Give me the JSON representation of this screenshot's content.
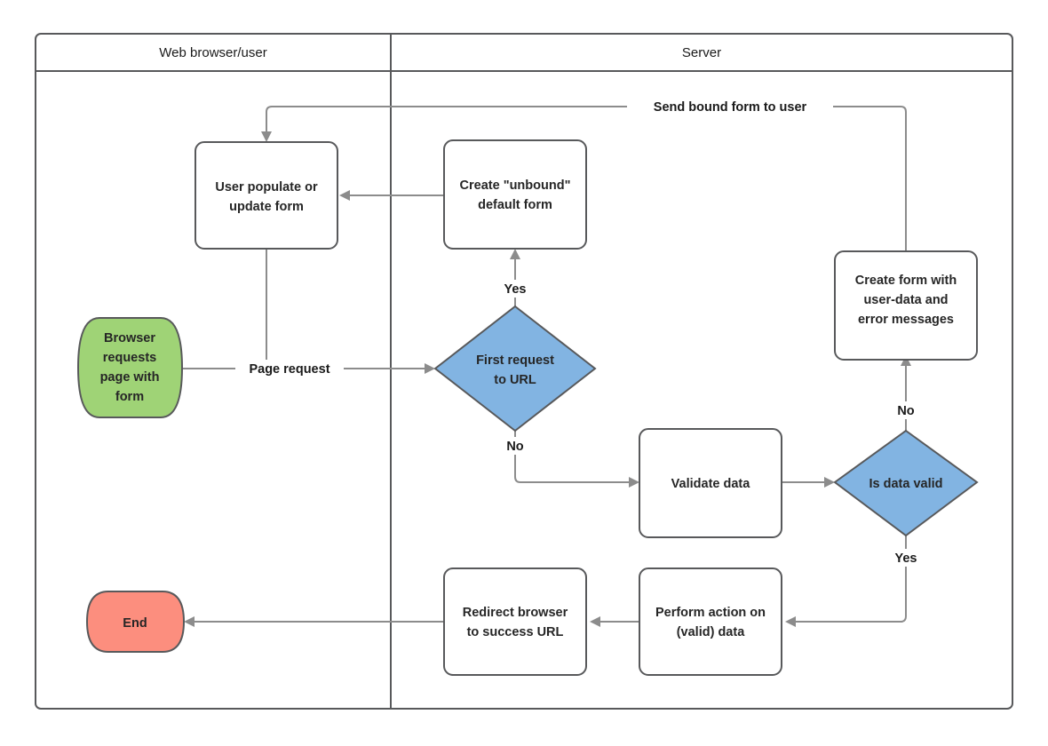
{
  "diagram": {
    "title_text": "",
    "type": "flowchart-swimlane",
    "colors": {
      "start_fill": "#9fd376",
      "end_fill": "#fc8e7e",
      "decision_fill": "#82b4e2",
      "process_fill": "#ffffff",
      "stroke": "#58595b",
      "flow_stroke": "#8c8c8c",
      "text": "#262626",
      "background": "#ffffff"
    },
    "lanes": [
      {
        "id": "lane-browser",
        "label": "Web browser/user"
      },
      {
        "id": "lane-server",
        "label": "Server"
      }
    ],
    "nodes": [
      {
        "id": "browser-requests-page",
        "shape": "terminator",
        "lane": "lane-browser",
        "lines": [
          "Browser",
          "requests",
          "page with",
          "form"
        ],
        "fill": "#9fd376"
      },
      {
        "id": "user-populate-form",
        "shape": "process",
        "lane": "lane-browser",
        "lines": [
          "User populate or",
          "update form"
        ],
        "fill": "#ffffff"
      },
      {
        "id": "end",
        "shape": "terminator",
        "lane": "lane-browser",
        "lines": [
          "End"
        ],
        "fill": "#fc8e7e"
      },
      {
        "id": "create-unbound-form",
        "shape": "process",
        "lane": "lane-server",
        "lines": [
          "Create \"unbound\"",
          "default form"
        ],
        "fill": "#ffffff"
      },
      {
        "id": "first-request-to-url",
        "shape": "decision",
        "lane": "lane-server",
        "lines": [
          "First request",
          "to URL"
        ],
        "fill": "#82b4e2"
      },
      {
        "id": "validate-data",
        "shape": "process",
        "lane": "lane-server",
        "lines": [
          "Validate data"
        ],
        "fill": "#ffffff"
      },
      {
        "id": "is-data-valid",
        "shape": "decision",
        "lane": "lane-server",
        "lines": [
          "Is data valid"
        ],
        "fill": "#82b4e2"
      },
      {
        "id": "create-form-with-errors",
        "shape": "process",
        "lane": "lane-server",
        "lines": [
          "Create form with",
          "user-data and",
          "error messages"
        ],
        "fill": "#ffffff"
      },
      {
        "id": "perform-action",
        "shape": "process",
        "lane": "lane-server",
        "lines": [
          "Perform action on",
          "(valid) data"
        ],
        "fill": "#ffffff"
      },
      {
        "id": "redirect-browser",
        "shape": "process",
        "lane": "lane-server",
        "lines": [
          "Redirect browser",
          "to success URL"
        ],
        "fill": "#ffffff"
      }
    ],
    "edges": [
      {
        "id": "edge-page-request",
        "from": "browser-requests-page",
        "to": "first-request-to-url",
        "label": "Page request"
      },
      {
        "id": "edge-first-yes",
        "from": "first-request-to-url",
        "to": "create-unbound-form",
        "label": "Yes"
      },
      {
        "id": "edge-first-no",
        "from": "first-request-to-url",
        "to": "validate-data",
        "label": "No"
      },
      {
        "id": "edge-unbound-to-user",
        "from": "create-unbound-form",
        "to": "user-populate-form",
        "label": ""
      },
      {
        "id": "edge-user-to-first",
        "from": "user-populate-form",
        "to": "first-request-to-url",
        "label": ""
      },
      {
        "id": "edge-validate-to-valid",
        "from": "validate-data",
        "to": "is-data-valid",
        "label": ""
      },
      {
        "id": "edge-valid-no",
        "from": "is-data-valid",
        "to": "create-form-with-errors",
        "label": "No"
      },
      {
        "id": "edge-valid-yes",
        "from": "is-data-valid",
        "to": "perform-action",
        "label": "Yes"
      },
      {
        "id": "edge-send-bound-form",
        "from": "create-form-with-errors",
        "to": "user-populate-form",
        "label": "Send bound form to user"
      },
      {
        "id": "edge-perform-to-redirect",
        "from": "perform-action",
        "to": "redirect-browser",
        "label": ""
      },
      {
        "id": "edge-redirect-to-end",
        "from": "redirect-browser",
        "to": "end",
        "label": ""
      }
    ]
  }
}
